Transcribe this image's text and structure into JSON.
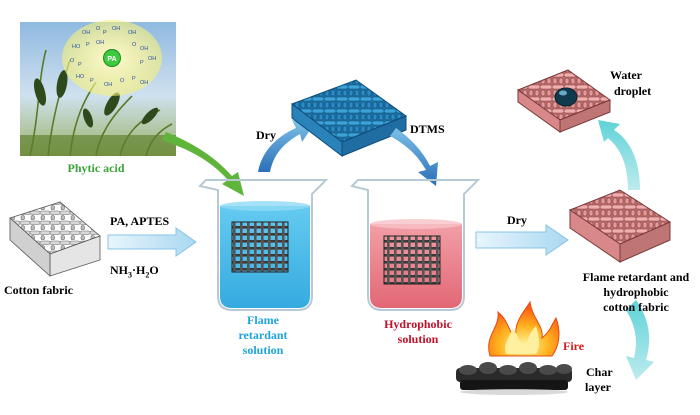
{
  "labels": {
    "phytic_acid": "Phytic acid",
    "cotton_fabric": "Cotton fabric",
    "reagents_top": "PA, APTES",
    "reagents_bottom_nh": "NH",
    "reagents_bottom_sub": "3",
    "reagents_bottom_dot": "·H",
    "reagents_bottom_sub2": "2",
    "reagents_bottom_o": "O",
    "dry_1": "Dry",
    "dtms": "DTMS",
    "dry_2": "Dry",
    "water_droplet_1": "Water",
    "water_droplet_2": "droplet",
    "flame_solution_1": "Flame",
    "flame_solution_2": "retardant",
    "flame_solution_3": "solution",
    "hydrophobic_solution_1": "Hydrophobic",
    "hydrophobic_solution_2": "solution",
    "final_fabric_1": "Flame retardant and",
    "final_fabric_2": "hydrophobic",
    "final_fabric_3": "cotton fabric",
    "fire": "Fire",
    "char_1": "Char",
    "char_2": "layer",
    "pa_badge": "PA"
  },
  "colors": {
    "flame_solution": "#3fbbe8",
    "hydrophobic_solution": "#e86b78",
    "arrow_blue": "#9fd6f0",
    "arrow_green": "#5fb53a",
    "pink_fabric": "#e49a9a",
    "blue_fabric": "#2f8fc8",
    "gray_fabric": "#cfcfcf"
  }
}
